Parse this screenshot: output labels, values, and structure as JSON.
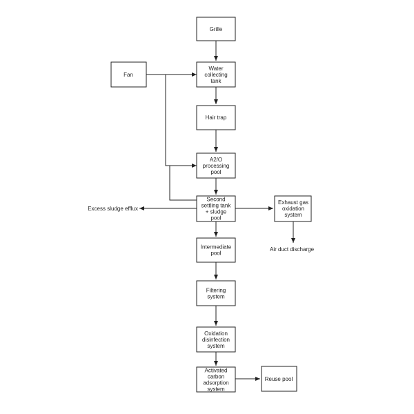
{
  "colors": {
    "stroke": "#222222",
    "text": "#222222",
    "background": "#ffffff"
  },
  "diagram": {
    "nodes": [
      {
        "id": "grille",
        "lines": [
          "Grille"
        ]
      },
      {
        "id": "fan",
        "lines": [
          "Fan"
        ]
      },
      {
        "id": "water-collecting-tank",
        "lines": [
          "Water",
          "collecting",
          "tank"
        ]
      },
      {
        "id": "hair-trap",
        "lines": [
          "Hair trap"
        ]
      },
      {
        "id": "a2o-processing-pool",
        "lines": [
          "A2/O",
          "processing",
          "pool"
        ]
      },
      {
        "id": "second-settling-tank",
        "lines": [
          "Second",
          "settling tank",
          "+ sludge",
          "pool"
        ]
      },
      {
        "id": "exhaust-gas-oxidation-system",
        "lines": [
          "Exhaust gas",
          "oxidation",
          "system"
        ]
      },
      {
        "id": "intermediate-pool",
        "lines": [
          "Intermediate",
          "pool"
        ]
      },
      {
        "id": "filtering-system",
        "lines": [
          "Filtering",
          "system"
        ]
      },
      {
        "id": "oxidation-disinfection-system",
        "lines": [
          "Oxidation",
          "disinfection",
          "system"
        ]
      },
      {
        "id": "activated-carbon-adsorption-system",
        "lines": [
          "Activated",
          "carbon",
          "adsorption",
          "system"
        ]
      },
      {
        "id": "reuse-pool",
        "lines": [
          "Reuse pool"
        ]
      }
    ],
    "labels": {
      "excess_sludge": "Excess sludge efflux",
      "air_duct": "Air duct discharge"
    },
    "edges": [
      {
        "from": "grille",
        "to": "water-collecting-tank"
      },
      {
        "from": "fan",
        "to": "water-collecting-tank"
      },
      {
        "from": "fan",
        "to": "a2o-processing-pool"
      },
      {
        "from": "water-collecting-tank",
        "to": "hair-trap"
      },
      {
        "from": "hair-trap",
        "to": "a2o-processing-pool"
      },
      {
        "from": "a2o-processing-pool",
        "to": "second-settling-tank"
      },
      {
        "from": "second-settling-tank",
        "to": "a2o-processing-pool"
      },
      {
        "from": "second-settling-tank",
        "to": "excess-sludge-efflux"
      },
      {
        "from": "second-settling-tank",
        "to": "exhaust-gas-oxidation-system"
      },
      {
        "from": "exhaust-gas-oxidation-system",
        "to": "air-duct-discharge"
      },
      {
        "from": "second-settling-tank",
        "to": "intermediate-pool"
      },
      {
        "from": "intermediate-pool",
        "to": "filtering-system"
      },
      {
        "from": "filtering-system",
        "to": "oxidation-disinfection-system"
      },
      {
        "from": "oxidation-disinfection-system",
        "to": "activated-carbon-adsorption-system"
      },
      {
        "from": "activated-carbon-adsorption-system",
        "to": "reuse-pool"
      }
    ]
  }
}
